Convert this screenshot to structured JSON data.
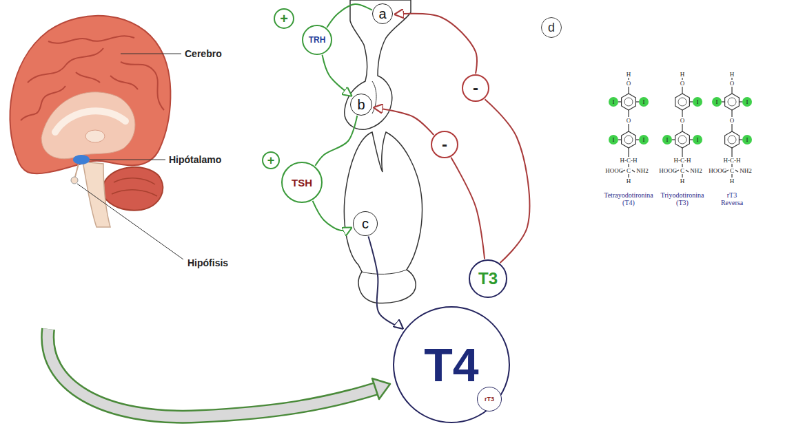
{
  "diagram": {
    "nodes": [
      {
        "text": [
          "a"
        ]
      },
      {
        "text": [
          "+"
        ]
      },
      {
        "text": [
          "TRH"
        ]
      },
      {
        "text": [
          "b"
        ]
      },
      {
        "text": [
          "-"
        ]
      },
      {
        "text": [
          "-"
        ]
      },
      {
        "text": [
          "+"
        ]
      },
      {
        "text": [
          "TSH"
        ]
      },
      {
        "text": [
          "c"
        ]
      },
      {
        "text": [
          "T4"
        ]
      },
      {
        "text": [
          "T3"
        ],
        "in": 9
      },
      {
        "text": [
          "rT3"
        ],
        "in": 9
      },
      {
        "text": [
          "d"
        ]
      }
    ],
    "edges": [
      {
        "from": 0,
        "to": 2,
        "arrow": "none"
      },
      {
        "from": 2,
        "to": 3,
        "arrow": "to"
      },
      {
        "from": 3,
        "to": 7,
        "arrow": "none"
      },
      {
        "from": 7,
        "to": 8,
        "arrow": "to"
      },
      {
        "from": 8,
        "to": 9,
        "arrow": "to"
      },
      {
        "from": 10,
        "to": 4,
        "arrow": "none"
      },
      {
        "from": 4,
        "to": 0,
        "arrow": "to"
      },
      {
        "from": 10,
        "to": 5,
        "arrow": "none"
      },
      {
        "from": 5,
        "to": 3,
        "arrow": "to"
      }
    ],
    "labels": [
      "Cerebro",
      "Hipótalamo",
      "Hipófisis",
      "H",
      "O",
      "I",
      "I",
      "O",
      "I",
      "I",
      "H-C-H",
      "HOOC",
      "C",
      "NH2",
      "H",
      "Tetrayodotironina (T4)",
      "H",
      "O",
      "I",
      "O",
      "I",
      "I",
      "H-C-H",
      "HOOC",
      "C",
      "NH2",
      "H",
      "Triyodotironina (T3)",
      "H",
      "O",
      "I",
      "I",
      "O",
      "I",
      "H-C-H",
      "HOOC",
      "C",
      "NH2",
      "H",
      "rT3 Reversa"
    ]
  }
}
